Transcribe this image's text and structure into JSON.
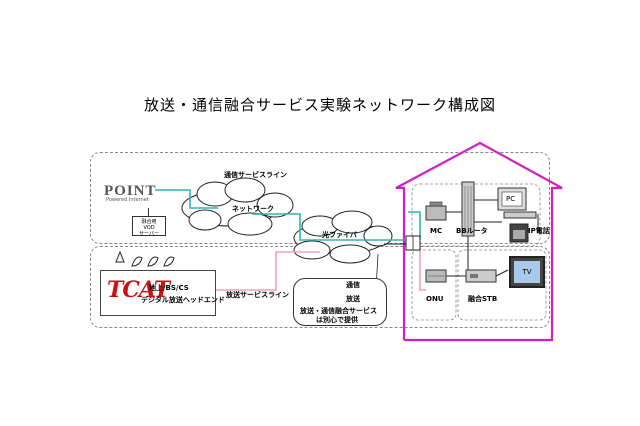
{
  "title": "放送・通信融合サービス実験ネットワーク構成図",
  "labels": {
    "comm_line": "通信サービスライン",
    "network": "ネットワーク",
    "fiber": "光ファイバ",
    "broadcast_line": "放送サービスライン",
    "mc": "MC",
    "bb_router": "BBルータ",
    "pc": "PC",
    "ip_phone": "IP電話",
    "onu": "ONU",
    "stb": "融合STB",
    "tv": "TV",
    "tcat_logo": "TCAT",
    "tcat_line1": "地上/BS/CS",
    "tcat_line2": "デジタル放送ヘッドエンド",
    "point_logo": "POINT",
    "point_sub": "Powered Internet",
    "vod_line1": "融合用",
    "vod_line2": "VOD",
    "vod_line3": "サーバー",
    "sep_comm": "通信",
    "sep_broadcast": "放送",
    "sep_note1": "放送・通信融合サービス",
    "sep_note2": "は別心で提供"
  },
  "colors": {
    "comm_line": "#33b3b3",
    "broadcast_line": "#f0a0c0",
    "house": "#d020c0",
    "tcat": "#cc1111"
  }
}
